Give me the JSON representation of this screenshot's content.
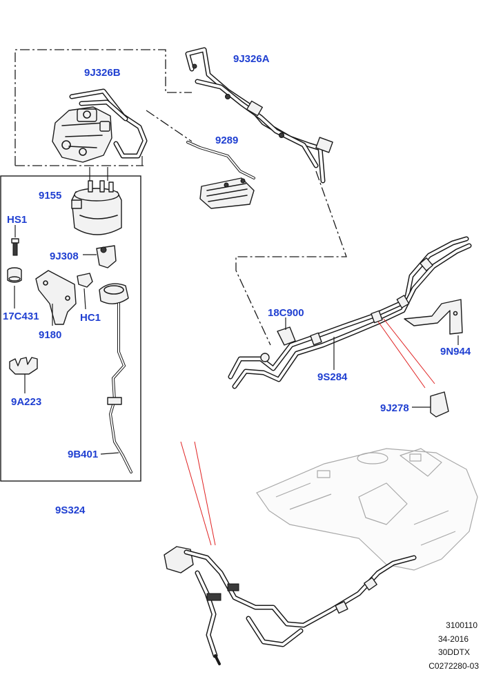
{
  "labels": {
    "l_9J326B": "9J326B",
    "l_9J326A": "9J326A",
    "l_9289": "9289",
    "l_9155": "9155",
    "l_HS1": "HS1",
    "l_9J308": "9J308",
    "l_17C431": "17C431",
    "l_HC1": "HC1",
    "l_9180": "9180",
    "l_9A223": "9A223",
    "l_9B401": "9B401",
    "l_9S324": "9S324",
    "l_18C900": "18C900",
    "l_9S284": "9S284",
    "l_9N944": "9N944",
    "l_9J278": "9J278"
  },
  "reference_block": [
    "3100110",
    "34-2016",
    "30DDTX",
    "C0272280-03"
  ],
  "colors": {
    "label": "#1f3fd1",
    "line": "#1a1a1a",
    "callout": "#e02020",
    "ghost": "#a8a8a8"
  }
}
